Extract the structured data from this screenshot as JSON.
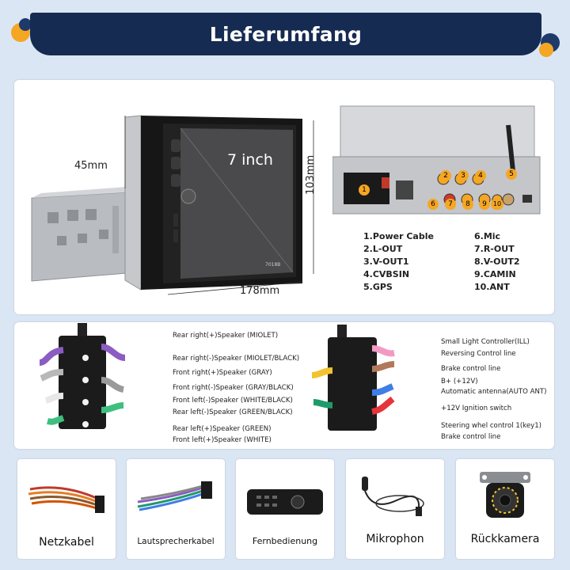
{
  "banner": {
    "title": "Lieferumfang"
  },
  "product": {
    "depth_label": "45mm",
    "width_label": "178mm",
    "height_label": "103mm",
    "screen_size": "7 inch",
    "model": "7018B"
  },
  "ports": [
    {
      "num": "1",
      "label": "1.Power Cable"
    },
    {
      "num": "2",
      "label": "2.L-OUT"
    },
    {
      "num": "3",
      "label": "3.V-OUT1"
    },
    {
      "num": "4",
      "label": "4.CVBSIN"
    },
    {
      "num": "5",
      "label": "5.GPS"
    },
    {
      "num": "6",
      "label": "6.Mic"
    },
    {
      "num": "7",
      "label": "7.R-OUT"
    },
    {
      "num": "8",
      "label": "8.V-OUT2"
    },
    {
      "num": "9",
      "label": "9.CAMIN"
    },
    {
      "num": "10",
      "label": "10.ANT"
    }
  ],
  "left_wires": [
    {
      "label": "Rear right(+)Speaker (MIOLET)",
      "color": "#8b5cc2"
    },
    {
      "label": "Rear right(-)Speaker (MIOLET/BLACK)",
      "color": "#8b5cc2"
    },
    {
      "label": "Front right(+)Speaker (GRAY)",
      "color": "#b8b8b8"
    },
    {
      "label": "Front right(-)Speaker (GRAY/BLACK)",
      "color": "#9a9a9a"
    },
    {
      "label": "Front left(-)Speaker (WHITE/BLACK)",
      "color": "#e8e8e8"
    },
    {
      "label": "Rear left(-)Speaker (GREEN/BLACK)",
      "color": "#3fbf7f"
    },
    {
      "label": "Rear left(+)Speaker (GREEN)",
      "color": "#3fbf7f"
    },
    {
      "label": "Front left(+)Speaker (WHITE)",
      "color": "#f4f4f4"
    }
  ],
  "right_wires": [
    {
      "label": "Small Light Controller(ILL)",
      "color": "#f29bc2"
    },
    {
      "label": "Reversing Control line",
      "color": "#f29bc2"
    },
    {
      "label": "Brake control line",
      "color": "#b07a5a"
    },
    {
      "label": "B+  (+12V)",
      "color": "#f2c230"
    },
    {
      "label": "Automatic antenna(AUTO ANT)",
      "color": "#3f7ee6"
    },
    {
      "label": "+12V Ignition switch",
      "color": "#e6343a"
    },
    {
      "label": "Steering whel control 1(key1)",
      "color": "#1f9a6a"
    },
    {
      "label": "Brake control line",
      "color": "#444444"
    }
  ],
  "accessories": [
    {
      "label": "Netzkabel"
    },
    {
      "label": "Lautsprecherkabel"
    },
    {
      "label": "Fernbedienung"
    },
    {
      "label": "Mikrophon"
    },
    {
      "label": "Rückkamera"
    }
  ],
  "colors": {
    "banner": "#162b52",
    "accent_orange": "#f5a623",
    "accent_navy": "#1e3a6b",
    "label_blue": "#1f7fe0"
  }
}
